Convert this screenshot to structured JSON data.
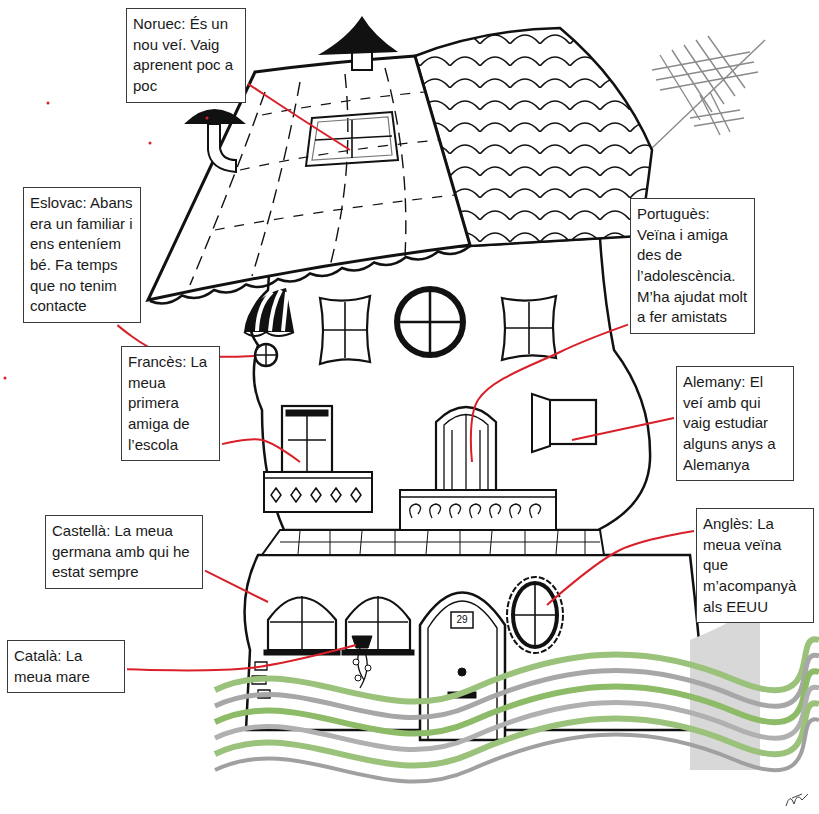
{
  "diagram": {
    "nodes": [
      {
        "text": [
          "Noruec: És un nou veí. Vaig aprenent poc a poc"
        ]
      },
      {
        "text": [
          "Eslovac: Abans era un familiar i ens enteníem bé. Fa temps que no tenim contacte"
        ]
      },
      {
        "text": [
          "Portuguès: Veïna i amiga des de l’adolescència. M’ha ajudat molt a fer amistats"
        ]
      },
      {
        "text": [
          "Francès: La meua primera amiga de l’escola"
        ]
      },
      {
        "text": [
          "Alemany: El veí amb qui vaig estudiar alguns anys a Alemanya"
        ]
      },
      {
        "text": [
          "Castellà: La meua germana amb qui he estat sempre"
        ]
      },
      {
        "text": [
          "Anglès: La meua veïna que m’acompanyà als EEUU"
        ]
      },
      {
        "text": [
          "Català: La meua mare"
        ]
      }
    ],
    "edges": [],
    "labels": [
      "29"
    ]
  }
}
